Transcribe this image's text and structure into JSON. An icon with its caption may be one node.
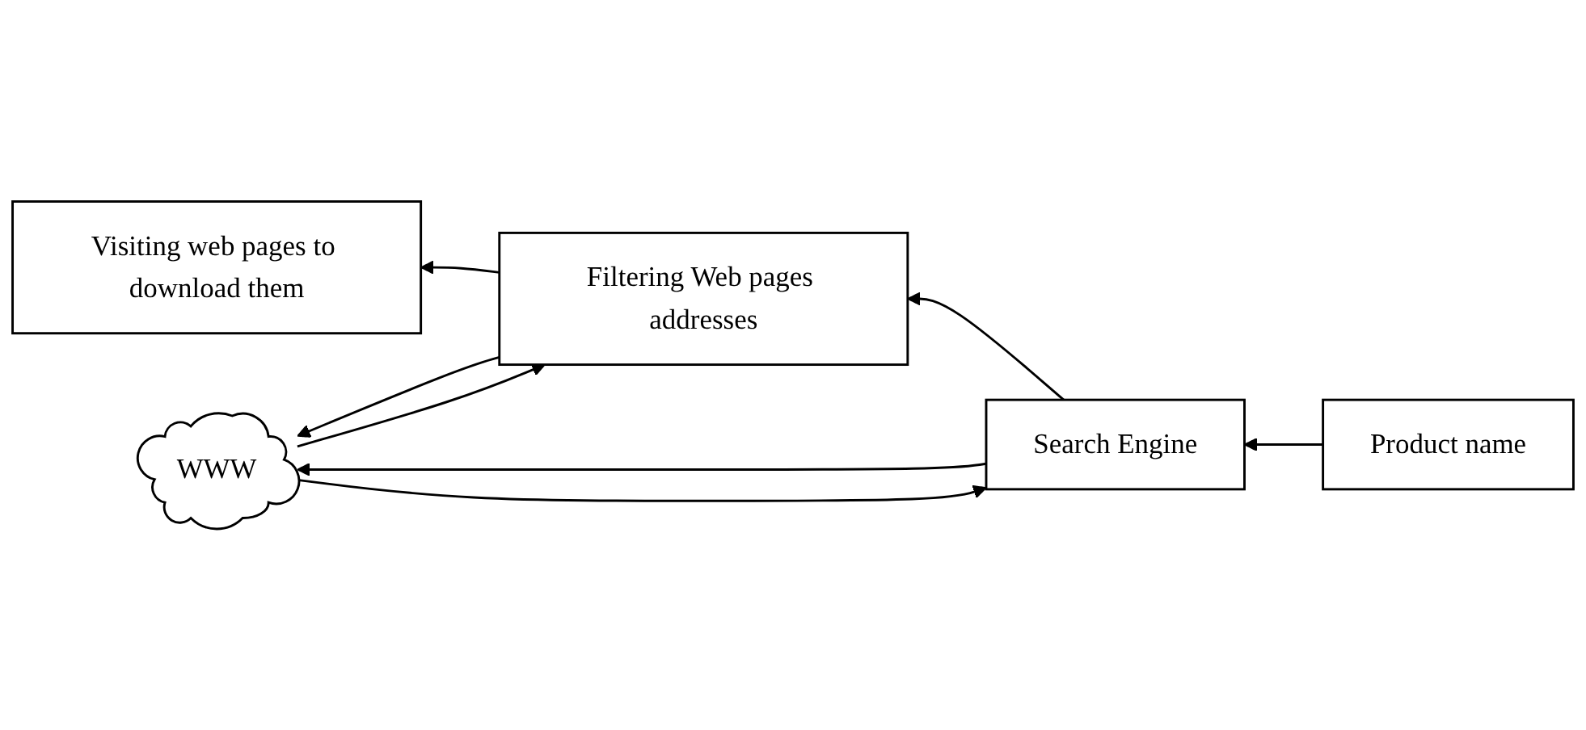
{
  "diagram": {
    "nodes": [
      {
        "text": [
          "Product name"
        ]
      },
      {
        "text": [
          "Visiting web pages to download them"
        ]
      },
      {
        "text": [
          "Filtering Web pages addresses"
        ]
      },
      {
        "text": [
          "Search Engine"
        ]
      },
      {
        "text": [
          "WWW"
        ]
      }
    ],
    "edges": [
      {
        "from": 0,
        "to": 3,
        "arrow": "to"
      },
      {
        "from": 3,
        "to": 2,
        "arrow": "to"
      },
      {
        "from": 2,
        "to": 1,
        "arrow": "to"
      },
      {
        "from": 2,
        "to": 4,
        "arrow": "to"
      },
      {
        "from": 4,
        "to": 2,
        "arrow": "to"
      },
      {
        "from": 3,
        "to": 4,
        "arrow": "to"
      },
      {
        "from": 4,
        "to": 3,
        "arrow": "to"
      }
    ]
  }
}
